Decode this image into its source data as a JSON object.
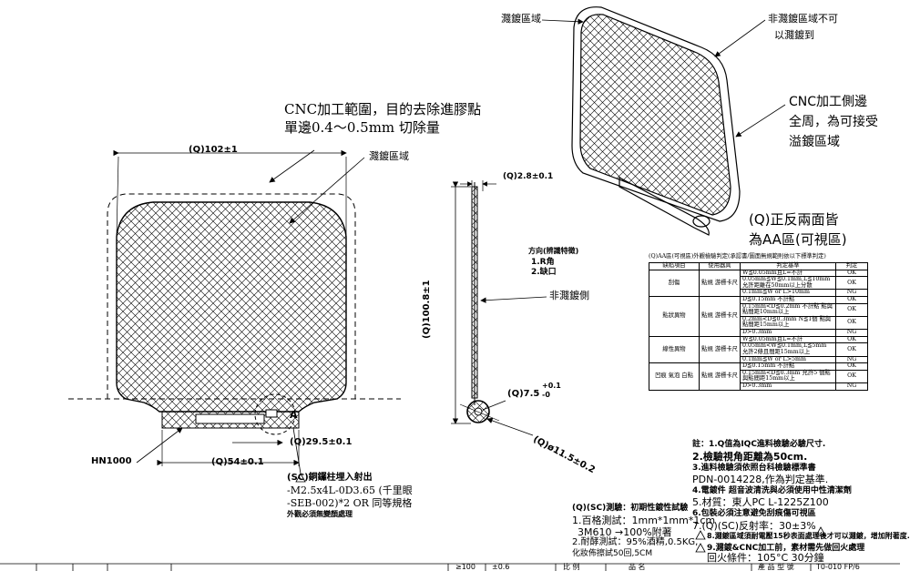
{
  "drawing": {
    "plating_area": "濺鍍區域",
    "non_plating_area": "非濺鍍區域不可",
    "non_plating_area_2": "以濺鍍到",
    "cnc_side_1": "CNC加工側邊",
    "cnc_side_2": "全周，為可接受",
    "cnc_side_3": "溢鍍區域",
    "cnc_range_1": "CNC加工範圍，目的去除進膠點",
    "cnc_range_2": "單邊0.4～0.5mm  切除量",
    "non_plating_side": "非濺鍍側",
    "aa_note_1": "(Q)正反兩面皆",
    "aa_note_2": "為AA區(可視區)",
    "direction_1": "方向(辨識特徵)",
    "direction_2": "1.R角",
    "direction_3": "2.缺口",
    "hn": "HN1000",
    "corner_mark": "A",
    "sc_1": "(SC)銅鑼柱埋入射出",
    "sc_2": "-M2.5x4L-0D3.65  (千里眼",
    "sc_3": "-SEB-002)*2  OR  同等規格",
    "sc_4": "外觀必須無變顏處理",
    "test_1": "(Q)(SC)測驗：初期性鍍性試驗",
    "test_2": "1.百格測試：1mm*1mm*1cm",
    "test_3": "3M610  →100%附著",
    "test_4": "2.耐酵測試：95%酒精,0.5KG,",
    "test_5": "   化妝佈擦試50回,5CM"
  },
  "dimensions": {
    "width": "(Q)102±1",
    "height": "(Q)100.8±1",
    "thickness": "(Q)2.8±0.1",
    "angle": "(Q)7.5",
    "angle_tol_hi": "+0.1",
    "angle_tol_lo": "-0",
    "dia": "(Q)ø11.5±0.2",
    "d295": "(Q)29.5±0.1",
    "d54": "(Q)54±0.1"
  },
  "notes": [
    "註：1.Q值為IQC進料檢驗必驗尺寸.",
    "  2.檢驗視角距離為50cm.",
    "  3.進料檢驗須依照台科檢驗標準書",
    "    PDN-0014228,作為判定基準.",
    "  4.電鍍件  超音波清洗與必須使用中性清潔劑",
    "  5.材質：東人PC  L-1225Z100",
    "  6.包裝必須注意避免刮痕傷可視區",
    "  7.(Q)(SC)反射率：30±3%",
    "8.濺鍍區域須耐電壓15秒表面處理後才可以濺鍍，增加附著度.",
    "9.濺鍍&CNC加工前，素材需先做回火處理",
    "      回火條件：105°C  30分鐘"
  ],
  "table": {
    "title": "(Q)AA區(可視區)外觀檢驗判定(承認書/圖面無規範則依以下標準判定)",
    "headers": [
      "缺陷項目",
      "使用器具",
      "判定基準",
      "判定"
    ],
    "groups": [
      {
        "name": "刮傷",
        "tool": "點規 游標卡尺",
        "rows": [
          {
            "cond": "W≦0.05mm且L=不計",
            "res": "OK"
          },
          {
            "cond": "0.05mm≦W≦0.1mm,L≦10mm 允許距離在50mm以上分散",
            "res": "OK"
          },
          {
            "cond": "0.1mm≦W or L>10mm",
            "res": "NG"
          }
        ]
      },
      {
        "name": "點狀異物",
        "tool": "點規 游標卡尺",
        "rows": [
          {
            "cond": "D≦0.15mm 不計點",
            "res": "OK"
          },
          {
            "cond": "0.15mm<D≦0.2mm 不計點 點與點間距10mm以上",
            "res": "OK"
          },
          {
            "cond": "0.2mm<D≦0.3mm N≦1個 點與點間距15mm以上",
            "res": "OK"
          },
          {
            "cond": "D>0.3mm",
            "res": "NG"
          }
        ]
      },
      {
        "name": "線性異物",
        "tool": "點規 游標卡尺",
        "rows": [
          {
            "cond": "W≦0.05mm且L=不計",
            "res": "OK"
          },
          {
            "cond": "0.05mm<W≦0.1mm,L≦5mm 允許2條且間距15mm以上",
            "res": "OK"
          },
          {
            "cond": "0.1mm≦W or L>5mm",
            "res": "NG"
          }
        ]
      },
      {
        "name": "凹痕 氣泡 白點",
        "tool": "點規 游標卡尺",
        "rows": [
          {
            "cond": "D≦0.15mm 不計點",
            "res": "OK"
          },
          {
            "cond": "0.15mm<D≦0.3mm 允許5 個點與點間距15mm以上",
            "res": "OK"
          },
          {
            "cond": "D>0.3mm",
            "res": "NG"
          }
        ]
      }
    ]
  },
  "title_block": [
    "≥100",
    "±0.6",
    "比  例",
    "品 名",
    "產 品 型 號",
    "T0-010 FP/6"
  ]
}
